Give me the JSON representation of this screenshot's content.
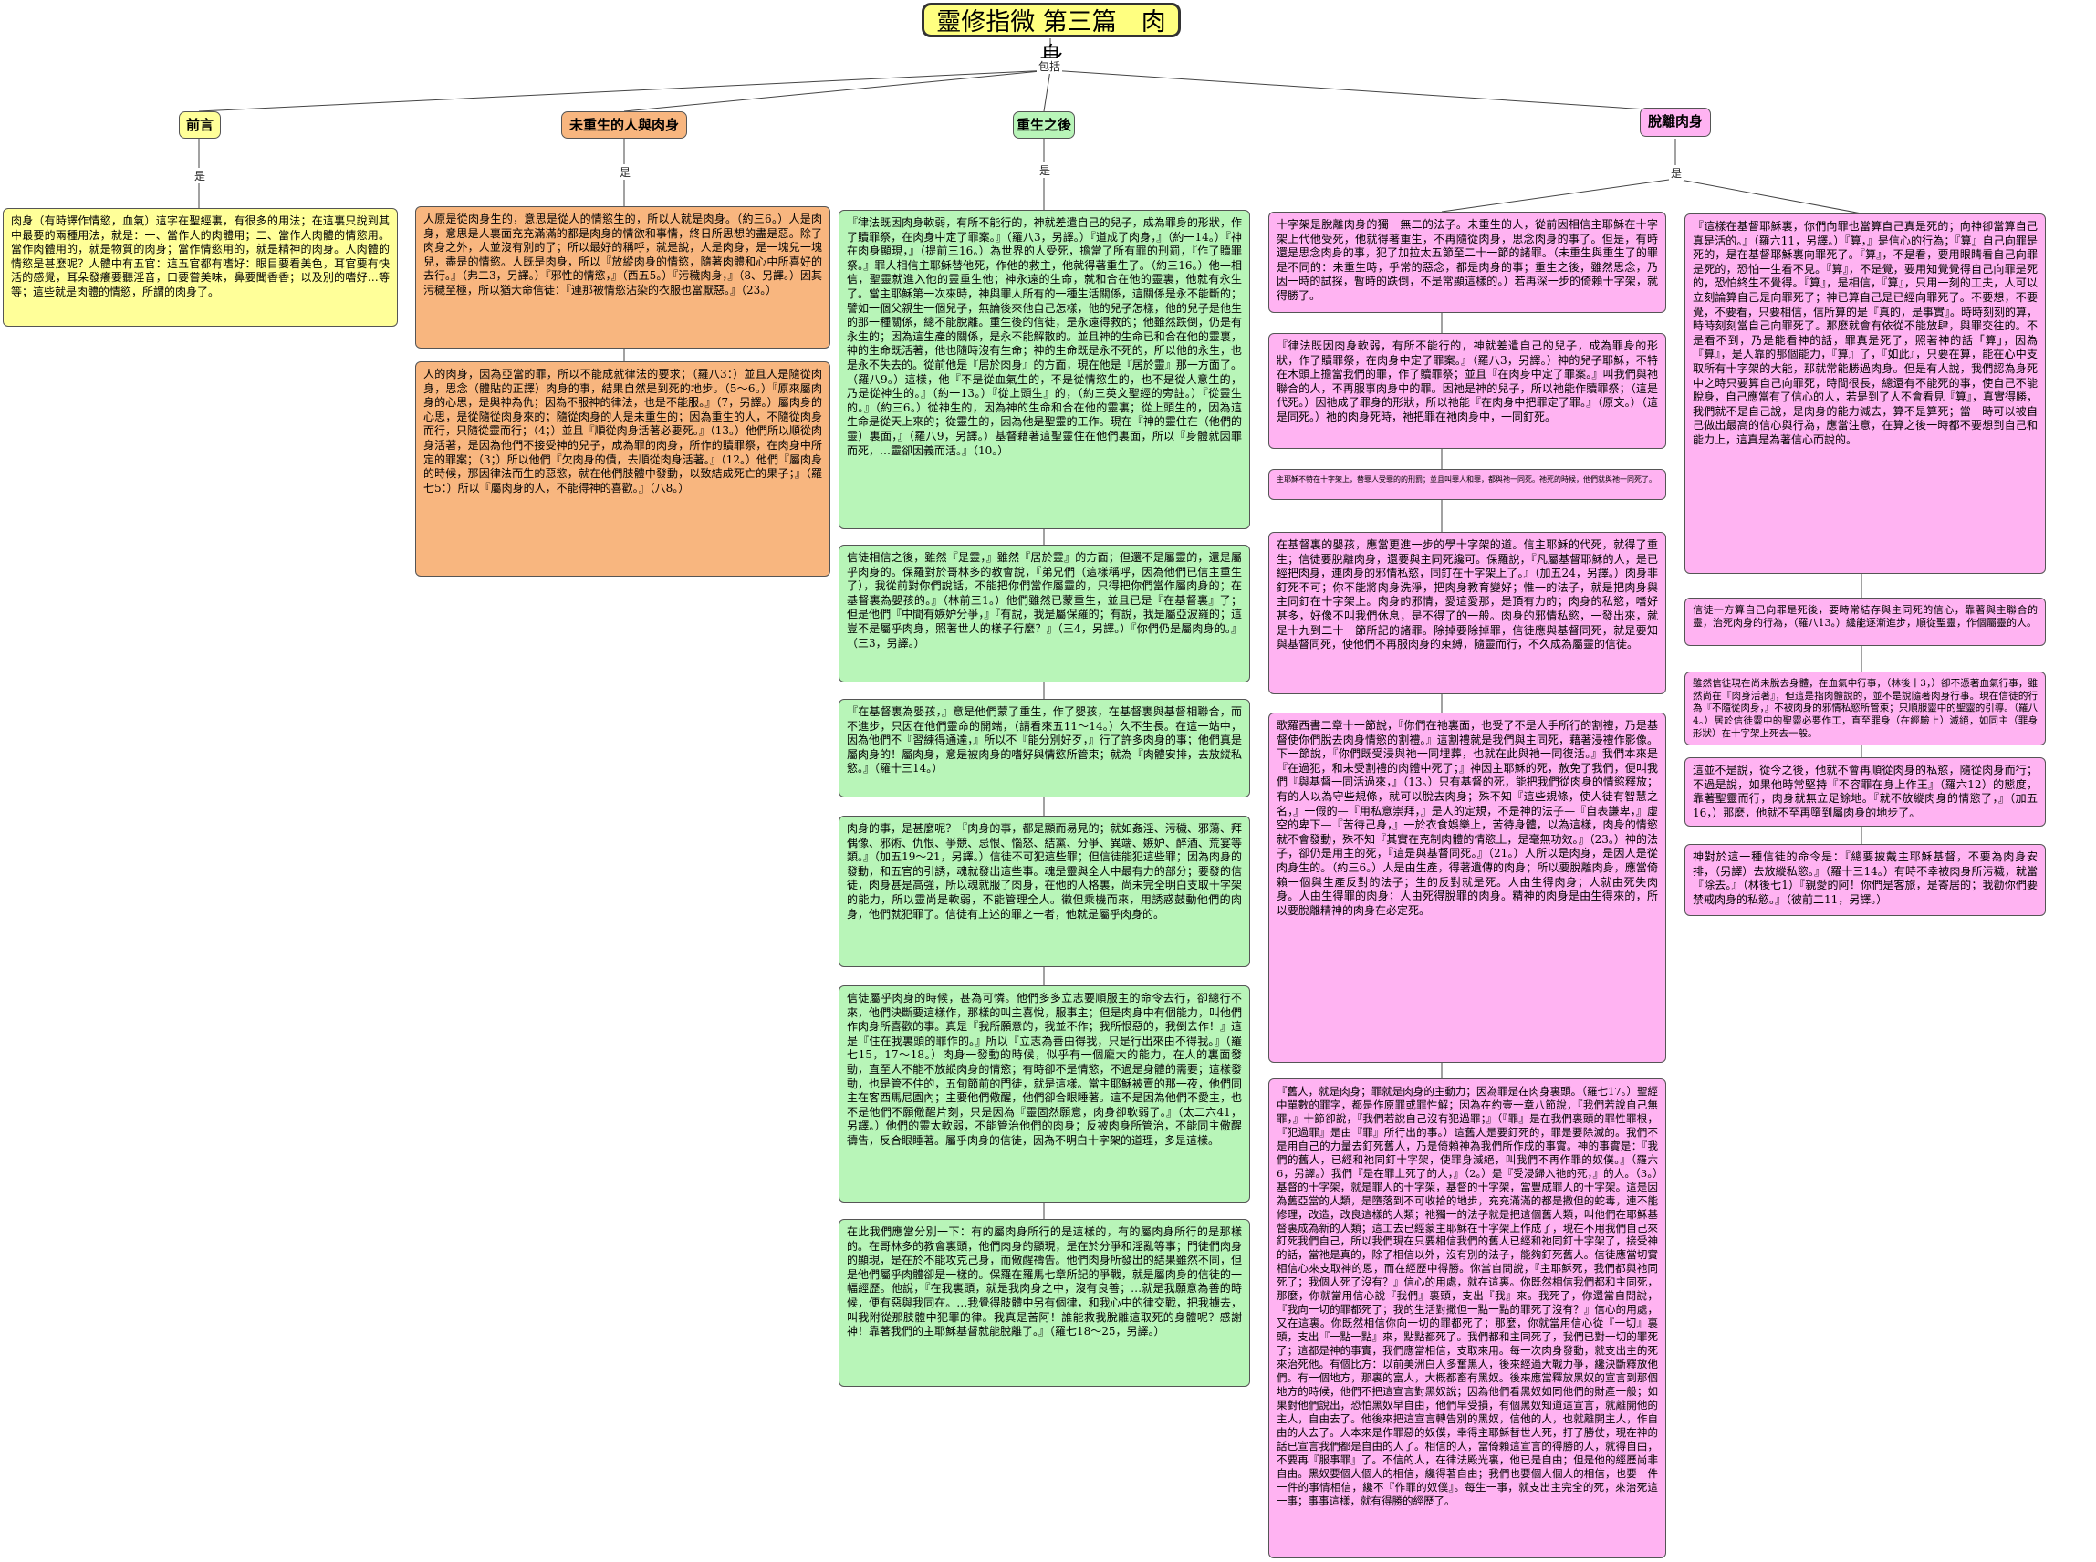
{
  "title": "靈修指微 第三篇　肉身",
  "root_link": "包括",
  "branch_link": "是",
  "topics": [
    {
      "label": "前言",
      "color": "#ffff99"
    },
    {
      "label": "未重生的人與肉身",
      "color": "#f8b67f"
    },
    {
      "label": "重生之後",
      "color": "#b8f5b8"
    },
    {
      "label": "脫離肉身",
      "color": "#ffb3f2"
    }
  ],
  "notes": {
    "intro": [
      "肉身（有時譯作情慾，血氣）這字在聖經裏，有很多的用法；在這裏只說到其中最要的兩種用法，就是：一、當作人的肉體用；二、當作人肉體的情慾用。當作肉體用的，就是物質的肉身；當作情慾用的，就是精神的肉身。人肉體的情慾是甚麼呢？人體中有五官：這五官都有嗜好：眼目要看美色，耳官要有快活的感覺，耳朵發癢要聽淫音，口要嘗美味，鼻要聞香香；以及別的嗜好…等等；這些就是肉體的情慾，所謂的肉身了。"
    ],
    "unregenerate": [
      "人原是從肉身生的，意思是從人的情慾生的，所以人就是肉身。（約三6。）人是肉身，意思是人裏面充充滿滿的都是肉身的情欲和事情，終日所思想的盡是惡。除了肉身之外，人並沒有別的了；所以最好的稱呼，就是說，人是肉身，是一塊兒一塊兒，盡是的情慾。人既是肉身，所以『放縱肉身的情慾，隨著肉體和心中所喜好的去行。』（弗二3，另譯。）『邪性的情慾，』（西五5。）『污穢肉身，』（8、另譯。）因其污穢至極，所以猶大命信徒：『連那被情慾沾染的衣服也當厭惡。』（23。）",
      "人的肉身，因為亞當的罪，所以不能成就律法的要求；（羅八3：）並且人是隨從肉身，思念（體貼的正譯）肉身的事，結果自然是到死的地步。（5～6。）『原來屬肉身的心思，是與神為仇；因為不服神的律法，也是不能服。』（7，另譯。）屬肉身的心思，是從隨從肉身來的；隨從肉身的人是未重生的；因為重生的人，不隨從肉身而行，只隨從靈而行；（4；）並且『順從肉身活著必要死。』（13。）他們所以順從肉身活著，是因為他們不接受神的兒子，成為罪的肉身，所作的贖罪祭，在肉身中所定的罪案；（3；）所以他們『欠肉身的債，去順從肉身活著。』（12。）他們『屬肉身的時候，那因律法而生的惡慾，就在他們肢體中發動，以致結成死亡的果子；』（羅七5：）所以『屬肉身的人，不能得神的喜歡。』（八8。）"
    ],
    "regenerate": [
      "『律法既因肉身軟弱，有所不能行的，神就差遣自己的兒子，成為罪身的形狀，作了贖罪祭，在肉身中定了罪案。』（羅八3，另譯。）『道成了肉身，』（約一14。）『神在肉身顯現，』（提前三16。）為世界的人受死，擔當了所有罪的刑罰，『作了贖罪祭。』罪人相信主耶穌替他死，作他的救主，他就得著重生了。（約三16。）他一相信，聖靈就進入他的靈重生他；神永遠的生命，就和合在他的靈裏，他就有永生了。當主耶穌第一次來時，神與罪人所有的一種生活關係，這關係是永不能斷的；譬如一個父親生一個兒子，無論後來他自己怎樣，他的兒子怎樣，他的兒子是他生的那一種關係，總不能脫離。重生後的信徒，是永遠得救的；他雖然跌倒，仍是有永生的；因為這生產的關係，是永不能解散的。並且神的生命已和合在他的靈裏，神的生命既活著，他也隨時沒有生命；神的生命既是永不死的，所以他的永生，也是永不失去的。從前他是『居於肉身』的方面，現在他是『居於靈』那一方面了。（羅八9。）這樣，他『不是從血氣生的，不是從情慾生的，也不是從人意生的，乃是從神生的。』（約一13。）『從上頭生』的，（約三英文聖經的旁註。）『從靈生的。』（約三6。）從神生的，因為神的生命和合在他的靈裏；從上頭生的，因為這生命是從天上來的；從靈生的，因為他是聖靈的工作。現在『神的靈住在（他們的靈）裏面，』（羅八9，另譯。）基督藉著這聖靈住在他們裏面，所以『身體就因罪而死，…靈卻因義而活。』（10。）",
      "信徒相信之後，雖然『是靈，』雖然『居於靈』的方面；但還不是屬靈的，還是屬乎肉身的。保羅對於哥林多的教會說，『弟兄們（這樣稱呼，因為他們已信主重生了），我從前對你們說話，不能把你們當作屬靈的，只得把你們當作屬肉身的；在基督裏為嬰孩的。』（林前三1。）他們雖然已蒙重生，並且已是『在基督裏』了；但是他們『中間有嫉妒分爭，』『有說，我是屬保羅的；有說，我是屬亞波羅的；這豈不是屬乎肉身，照著世人的樣子行麼？』（三4，另譯。）『你們仍是屬肉身的。』（三3，另譯。）",
      "『在基督裏為嬰孩，』意是他們蒙了重生，作了嬰孩，在基督裏與基督相聯合，而不進步，只因在他們靈命的開端，（請看來五11～14。）久不生長。在這一站中，因為他們不『習練得通達，』所以不『能分別好歹，』行了許多肉身的事；他們真是屬肉身的！屬肉身，意是被肉身的嗜好與情慾所管束；就為『肉體安排，去放縱私慾。』（羅十三14。）",
      "肉身的事，是甚麼呢？『肉身的事，都是顯而易見的；就如姦淫、污穢、邪蕩、拜偶像、邪術、仇恨、爭競、忌恨、惱怒、結黨、分爭、異端、嫉妒、醉酒、荒宴等類。』（加五19～21，另譯。）信徒不可犯這些罪；但信徒能犯這些罪；因為肉身的發動，和五官的引誘，魂就發出這些事。魂是靈與全人中最有力的部分；要發的信徒，肉身甚是高強，所以魂就服了肉身，在他的人格裏，尚未完全明白支取十字架的能力，所以靈尚是軟弱，不能管理全人。徽但乘機而來，用誘惑鼓動他們的肉身，他們就犯罪了。信徒有上述的罪之一者，他就是屬乎肉身的。",
      "信徒屬乎肉身的時候，甚為可憐。他們多多立志要順服主的命令去行，卻總行不來，他們決斷要這樣作，那樣的叫主喜悅，服事主；但是肉身中有個能力，叫他們作肉身所喜歡的事。真是『我所願意的，我並不作；我所恨惡的，我倒去作！』這是『住在我裏頭的罪作的。』所以『立志為善由得我，只是行出來由不得我。』（羅七15，17～18。）肉身一發動的時候，似乎有一個龐大的能力，在人的裏面發動，直至人不能不放縱肉身的情慾；有時卻不是情慾，不過是身體的需要；這樣發動，也是管不住的，五旬節前的門徒，就是這樣。當主耶穌被賣的那一夜，他們同主在客西馬尼園內；主要他們儆醒，他們卻合眼睡著。這不是因為他們不愛主，也不是他們不願儆醒片刻，只是因為『靈固然願意，肉身卻軟弱了。』（太二六41，另譯。）他們的靈太軟弱，不能管治他們的肉身；反被肉身所管治，不能同主儆醒禱告，反合眼睡著。屬乎肉身的信徒，因為不明白十字架的道理，多是這樣。",
      "在此我們應當分別一下：有的屬肉身所行的是這樣的，有的屬肉身所行的是那樣的。在哥林多的教會裏頭，他們肉身的顯現，是在於分爭和淫亂等事；門徒們肉身的顯現，是在於不能攻克己身，而儆醒禱告。他們肉身所發出的結果雖然不同，但是他們屬乎肉體卻是一樣的。保羅在羅馬七章所記的爭戰，就是屬肉身的信徒的一幅經歷。他說，『在我裏頭，就是我肉身之中，沒有良善；…就是我願意為善的時候，便有惡與我同在。…我覺得肢體中另有個律，和我心中的律交戰，把我擄去，叫我附從那肢體中犯罪的律。我真是苦阿！誰能救我脫離這取死的身體呢？感謝神！靠著我們的主耶穌基督就能脫離了。』（羅七18～25，另譯。）"
    ],
    "deliverance_left": [
      "十字架是脫離肉身的獨一無二的法子。未重生的人，從前因相信主耶穌在十字架上代他受死，他就得著重生，不再隨從肉身，思念肉身的事了。但是，有時還是思念肉身的事，犯了加拉太五節至二十一節的諸罪。（未重生與重生了的罪是不同的：未重生時，乎常的惡念，都是肉身的事；重生之後，雖然思念，乃因一時的試探，暫時的跌倒，不是常顯這樣的。）若再深一步的倚賴十字架，就得勝了。",
      "『律法既因肉身軟弱，有所不能行的，神就差遣自己的兒子，成為罪身的形狀，作了贖罪祭，在肉身中定了罪案。』（羅八3，另譯。）神的兒子耶穌，不特在木頭上擔當我們的罪，作了贖罪祭；並且『在肉身中定了罪案。』叫我們與祂聯合的人，不再服事肉身中的罪。因祂是神的兒子，所以祂能作贖罪祭；（這是代死。）因祂成了罪身的形狀，所以祂能『在肉身中把罪定了罪。』（原文。）（這是同死。）祂的肉身死時，祂把罪在祂肉身中，一同釘死。",
      "主耶穌不特在十字架上，替罪人受罪的的刑罰；並且叫罪人和罪，都與祂一同死。祂死的時候，他們就與祂一同死了。",
      "在基督裏的嬰孩，應當更進一步的學十字架的道。信主耶穌的代死，就得了重生；信徒要脫離肉身，還要與主同死纔可。保羅說，『凡屬基督耶穌的人，是已經把肉身，連肉身的邪情私慾，同釘在十字架上了。』（加五24，另譯。）肉身非釘死不可；你不能將肉身洗淨，把肉身教育變好；惟一的法子，就是把肉身與主同釘在十字架上。肉身的邪情，愛這愛那，是頂有力的；肉身的私慾，嗜好甚多，好像不叫我們休息，是不得了的一般。肉身的邪情私慾，一發出來，就是十九到二十一節所記的諸罪。除掉要除掉罪，信徒應與基督同死，就是要知與基督同死，使他們不再服肉身的束縛，隨靈而行，不久成為屬靈的信徒。",
      "歌羅西書二章十一節說，『你們在祂裏面，也受了不是人手所行的割禮，乃是基督使你們脫去肉身情慾的割禮。』這割禮就是我們與主同死，藉著浸禮作影像。下一節說，『你們既受浸與祂一同埋葬，也就在此與祂一同復活。』我們本來是『在過犯，和未受割禮的肉體中死了；』神因主耶穌的死，赦免了我們，便叫我們『與基督一同活過來，』（13。）只有基督的死，能把我們從肉身的情慾釋放；有的人以為守些規條，就可以脫去肉身；殊不知『這些規條，使人徒有智慧之名，』一假的—『用私意崇拜，』是人的定規，不是神的法子—『自表謙卑，』虛空的卑下—『苦待己身，』一於衣食娛樂上，苦待身體，以為這樣，肉身的情慾就不會發動，殊不知『其實在克制肉體的情慾上，是毫無功效。』（23。）神的法子，卻仍是用主的死，『這是與基督同死。』（21。）人所以是肉身，是因人是從肉身生的。（約三6。）人是由生產，得著遺傳的肉身；所以要脫離肉身，應當倚賴一個與生產反對的法子；生的反對就是死。人由生得肉身；人就由死失肉身。人由生得罪的肉身；人由死得脫罪的肉身。精神的肉身是由生得來的，所以要脫離精神的肉身在必定死。",
      "『舊人，就是肉身；罪就是肉身的主動力；因為罪是在肉身裏頭。（羅七17。）聖經中單數的罪字，都是作原罪或罪性解；因為在約壹一章八節說，『我們若說自己無罪，』十節卻說，『我們若說自己沒有犯過罪；』（『罪』是在我們裏頭的罪性罪根，『犯過罪』是由『罪』所行出的事。）這舊人是要釘死的，罪是要除滅的。我們不是用自己的力量去釘死舊人，乃是倚賴神為我們所作成的事實。神的事實是：『我們的舊人，已經和祂同釘十字架，使罪身滅絕，叫我們不再作罪的奴僕。』（羅六6，另譯。）我們『是在罪上死了的人，』（2。）是『受浸歸入祂的死，』的人。（3。）基督的十字架，就是罪人的十字架，基督的十字架，當豐成罪人的十字架。這是因為舊亞當的人類，是墮落到不可收拾的地步，充充滿滿的都是撒但的蛇毒，連不能修理，改造，改良這樣的人類；祂獨一的法子就是把這個舊人類，叫他們在耶穌基督裏成為新的人類；這工去已經蒙主耶穌在十字架上作成了，現在不用我們自己來釘死我們自己，所以我們現在只要相信我們的舊人已經和祂同釘十字架了，接受神的話，當祂是真的，除了相信以外，沒有別的法子，能夠釘死舊人。信徒應當切實相信心來支取神的恩，而在經歷中得勝。你當自問說，『主耶穌死，我們都與祂同死了；我個人死了沒有？』信心的用處，就在這裏。你既然相信我們都和主同死，那麼，你就當用信心說『我們』裏頭，支出『我』來。我死了，你還當自問說，『我向一切的罪都死了；我的生活對撒但一點一點的罪死了沒有？』信心的用處，又在這裏。你既然相信你向一切的罪都死了；那麼，你就當用信心從『一切』裏頭，支出『一點一點』來，點點都死了。我們都和主同死了，我們已對一切的罪死了；這都是神的事實，我們應當相信，支取來用。每一次肉身發動，就支出主的死來治死他。有個比方：以前美洲白人多奮黑人，後來經過大戰力爭，纔決斷釋放他們。有一個地方，那裏的富人，大概都畜有黑奴。後來應當釋放黑奴的宣言到那個地方的時候，他們不把這宣言對黑奴說；因為他們看黑奴如同他們的財產一般；如果對他們說出，恐怕黑奴早自由，他們早受損，有個黑奴知道這宣言，就離開他的主人，自由去了。他後來把這宣言轉告別的黑奴，信他的人，也就離開主人，作自由的人去了。人本來是作罪惡的奴僕，幸得主耶穌替世人死，打了勝仗，現在神的話已宣言我們都是自由的人了。相信的人，當倚賴這宣言的得勝的人，就得自由，不要再『服事罪』了。不信的人，在律法殿光裏，他已是自由；但是他的經歷尚非自由。黑奴要個人個人的相信，纔得著自由；我們也要個人個人的相信，也要一件一件的事情相信，纔不『作罪的奴僕』。每生一事，就支出主完全的死，來治死這一事；事事這樣，就有得勝的經歷了。"
    ],
    "deliverance_right": [
      "『這樣在基督耶穌裏，你們向罪也當算自己真是死的；向神卻當算自己真是活的。』（羅六11，另譯。）『算，』是信心的行為；『算』自己向罪是死的，是在基督耶穌裏向罪死了。『算』，不是看，要用眼睛看自己向罪是死的，恐怕一生看不見。『算』，不是覺，要用知覺覺得自己向罪是死的，恐怕終生不覺得。『算』，是相信，『算』，只用一刻的工夫，人可以立刻論算自己是向罪死了；神已算自己是已經向罪死了。不要想，不要覺，不要看，只要相信，信所算的是『真的，是事實』。時時刻刻的算，時時刻刻當自己向罪死了。那麼就會有依從不能放肆，與罪交往的。不是看不到，乃是能看神的話，罪真是死了，照著神的話「算」，因為『算』，是人靠的那個能力，『算』了，『如此』，只要在算，能在心中支取所有十字架的大能，那就常能勝過肉身。但是有人說，我們認為身死中之時只要算自己向罪死，時間很長，總還有不能死的事，使自己不能脫身，自己應當有了信心的人，若是到了人不會看見『算』，真實得勝，我們就不是自己說，是肉身的能力減去，算不是算死；當一時可以被自己做出最高的信心與行為，應當注意，在算之後一時都不要想到自己和能力上，這真是為著信心而說的。",
      "信徒一方算自己向罪是死後，要時常結存與主同死的信心，靠著與主聯合的靈，治死肉身的行為，（羅八13。）纔能逐漸進步，順從聖靈，作個屬靈的人。",
      "雖然信徒現在尚未脫去身體，在血氣中行事，（林後十3，）卻不憑著血氣行事，雖然尚在『肉身活著』，但這是指肉體說的，並不是說隨著肉身行事。現在信徒的行為『不隨從肉身，』不被肉身的邪情私慾所管束；只順服靈中的聖靈的引導。（羅八4。）居於信徒靈中的聖靈必要作工，直至罪身（在經驗上）滅絕，如同主（罪身形狀）在十字架上死去一般。",
      "這並不是說，從今之後，他就不會再順從肉身的私慾，隨從肉身而行；不過是說，如果他時常堅持『不容罪在身上作王』（羅六12）的態度，靠著聖靈而行，肉身就無立足餘地。『就不放縱肉身的情慾了，』（加五16，）那麼，他就不至再墮到屬肉身的地步了。",
      "神對於這一種信徒的命令是：『總要披戴主耶穌基督，不要為肉身安排，（另譯）去放縱私慾。』（羅十三14。）有時不幸被肉身所污穢，就當『除去。』（林後七1）『親愛的阿！你們是客旅，是寄居的；我勸你們要禁戒肉身的私慾。』（彼前二11，另譯。）"
    ]
  }
}
